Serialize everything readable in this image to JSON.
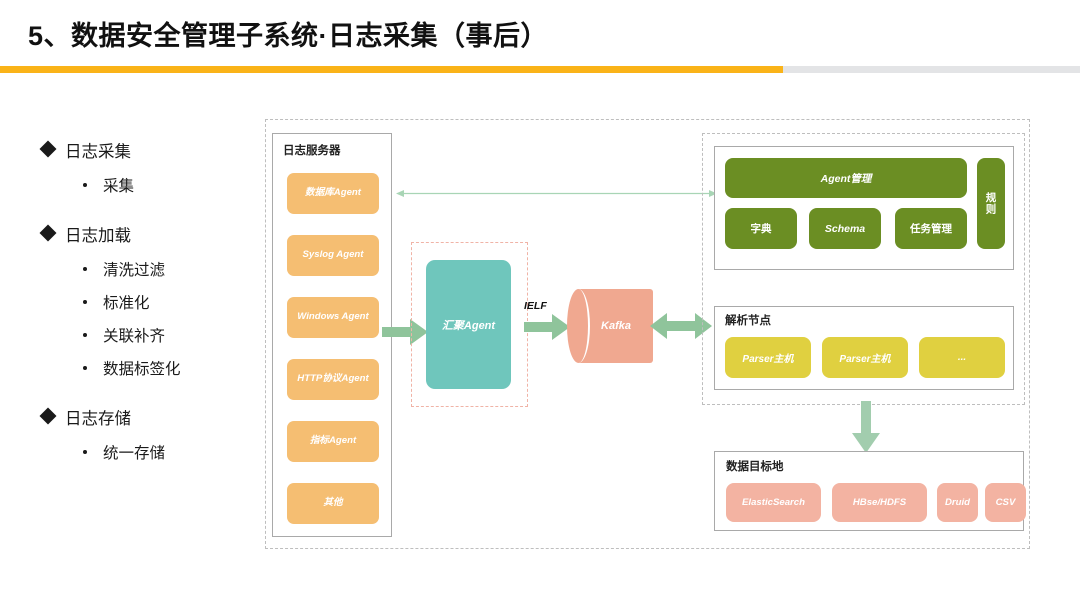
{
  "slide": {
    "title": "5、数据安全管理子系统·日志采集（事后）",
    "accent_color": "#FAB318",
    "rail_track_color": "#E3E4E6"
  },
  "outline": [
    {
      "heading": "日志采集",
      "items": [
        "采集"
      ]
    },
    {
      "heading": "日志加载",
      "items": [
        "清洗过滤",
        "标准化",
        "关联补齐",
        "数据标签化"
      ]
    },
    {
      "heading": "日志存储",
      "items": [
        "统一存储"
      ]
    }
  ],
  "diagram": {
    "log_server": {
      "title": "日志服务器",
      "agents": [
        "数据库Agent",
        "Syslog Agent",
        "Windows Agent",
        "HTTP协议Agent",
        "指标Agent",
        "其他"
      ],
      "agent_color": "#F5BE72"
    },
    "aggregation": {
      "label": "汇聚Agent",
      "color": "#6FC6BC",
      "frame_color": "#F0B3A6"
    },
    "protocol_label": "IELF",
    "kafka": {
      "label": "Kafka",
      "color": "#F0A890"
    },
    "management": {
      "main_label": "Agent管理",
      "buttons": [
        "字典",
        "Schema",
        "任务管理"
      ],
      "side_label": "规则",
      "color": "#6B8E23"
    },
    "parser": {
      "title": "解析节点",
      "nodes": [
        "Parser主机",
        "Parser主机",
        "..."
      ],
      "color": "#E0D040"
    },
    "destination": {
      "title": "数据目标地",
      "targets": [
        "ElasticSearch",
        "HBse/HDFS",
        "Druid",
        "CSV"
      ],
      "color": "#F3B3A2"
    },
    "arrow_color": "#8FC49B"
  }
}
